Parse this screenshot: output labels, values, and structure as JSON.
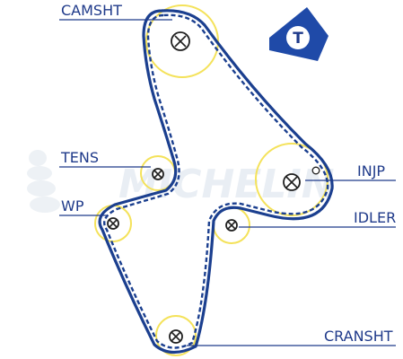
{
  "labels": {
    "camsht": "CAMSHT",
    "tens": "TENS",
    "wp": "WP",
    "injp": "INJP",
    "idler": "IDLER",
    "cransht": "CRANSHT"
  },
  "watermark": "MICHELIN",
  "badge": {
    "letter": "T"
  },
  "colors": {
    "belt": "#1b3f8f",
    "pulley_outline": "#f4e25a",
    "label_text": "#1f3a8a",
    "badge_fill": "#1f4aa8"
  }
}
